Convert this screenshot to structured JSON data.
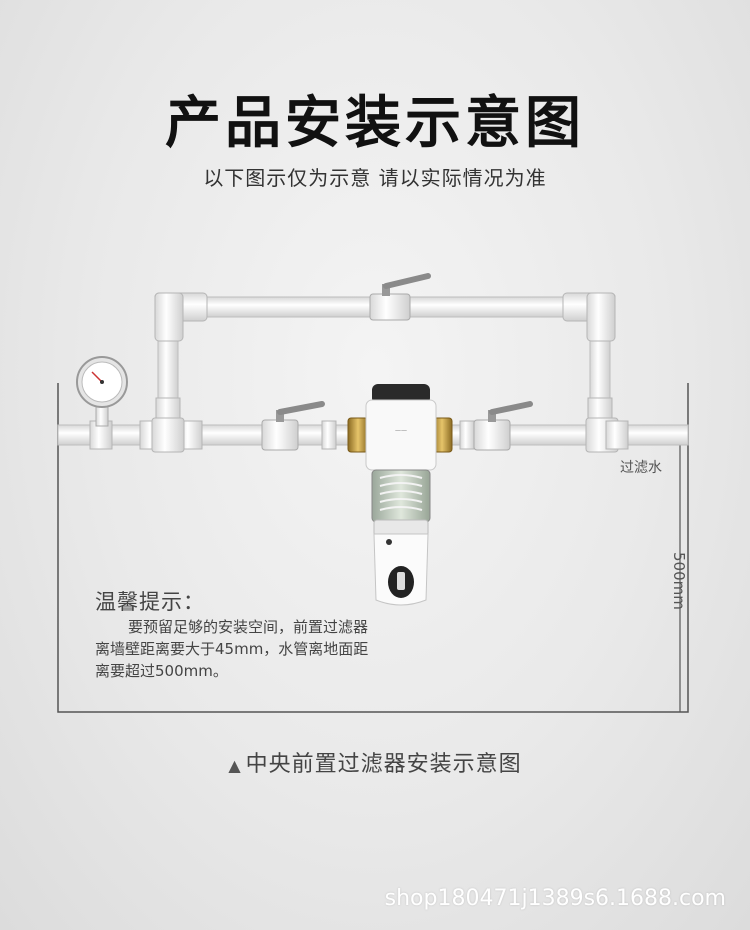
{
  "title": "产品安装示意图",
  "subtitle": "以下图示仅为示意 请以实际情况为准",
  "labels": {
    "filtered_water": "过滤水",
    "height": "500mm"
  },
  "tips": {
    "heading": "温馨提示：",
    "line1": "要预留足够的安装空间，前置过滤器",
    "line2": "离墙壁距离要大于45mm，水管离地面距",
    "line3": "离要超过500mm。"
  },
  "caption": {
    "marker": "▲",
    "text": "中央前置过滤器安装示意图"
  },
  "watermark": "shop180471j1389s6.1688.com",
  "colors": {
    "pipe": "#f7f7f7",
    "pipe_edge": "#b9b9b9",
    "valve_handle": "#8a8a8a",
    "brass": "#c9a24a",
    "outline": "#555555",
    "watermark": "#ffffff"
  },
  "icons": [
    "pressure-gauge-icon",
    "ball-valve-icon",
    "pre-filter-icon",
    "triangle-marker-icon"
  ]
}
